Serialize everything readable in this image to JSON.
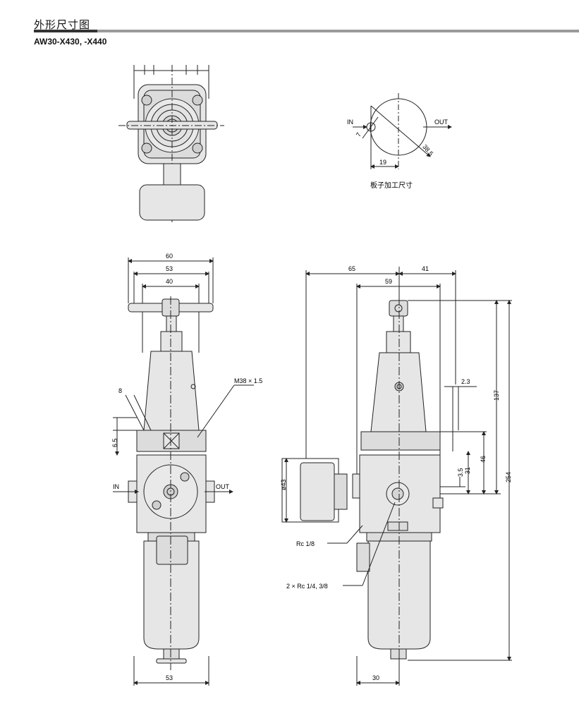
{
  "header": {
    "title": "外形尺寸图",
    "model": "AW30-X430, -X440"
  },
  "plate_detail": {
    "in_label": "IN",
    "out_label": "OUT",
    "dim_7": "7",
    "dim_38_5": "38.5",
    "dim_19": "19",
    "caption": "板子加工尺寸"
  },
  "front_view": {
    "dim_60": "60",
    "dim_53_top": "53",
    "dim_40": "40",
    "dim_8": "8",
    "dim_6_5": "6.5",
    "thread_label": "M38 × 1.5",
    "in_label": "IN",
    "out_label": "OUT",
    "dim_53_bottom": "53"
  },
  "side_view": {
    "dim_65": "65",
    "dim_41": "41",
    "dim_59": "59",
    "dim_2_3": "2.3",
    "dim_137": "137",
    "dim_254": "254",
    "dim_46": "46",
    "dim_31": "31",
    "dim_3_5": "3.5",
    "dim_phi43": "ø43",
    "port_rc18": "Rc 1/8",
    "port_rc14": "2 × Rc 1/4, 3/8",
    "dim_30": "30"
  },
  "colors": {
    "body_fill": "#e6e6e6",
    "line": "#222222",
    "title_bar_dark": "#333333",
    "title_bar_gray": "#9a9a9a"
  }
}
